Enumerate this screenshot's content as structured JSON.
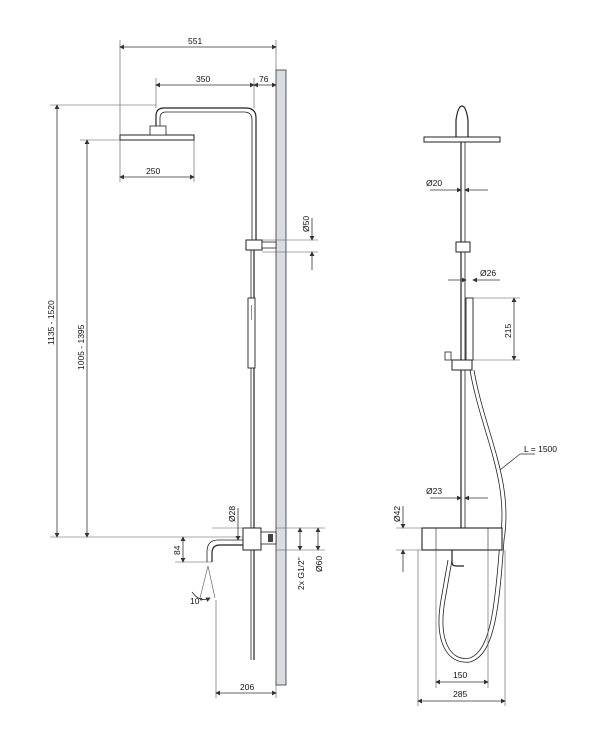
{
  "side_view": {
    "dims": {
      "total_width": "551",
      "arm_length": "350",
      "wall_offset": "76",
      "head_diameter": "250",
      "height_total": "1135 - 1520",
      "height_head": "1005 - 1395",
      "bracket_diameter": "Ø50",
      "spout_diameter": "Ø28",
      "spout_height": "84",
      "spout_angle": "10°",
      "connection": "2x G1/2\"",
      "valve_diameter": "Ø60",
      "spout_reach": "206"
    }
  },
  "front_view": {
    "dims": {
      "pipe_upper": "Ø20",
      "hand_shower_diameter": "Ø26",
      "hand_shower_length": "215",
      "hose_length": "L = 1500",
      "pipe_lower": "Ø23",
      "valve_height": "Ø42",
      "valve_spacing": "150",
      "overall_width": "285"
    }
  }
}
